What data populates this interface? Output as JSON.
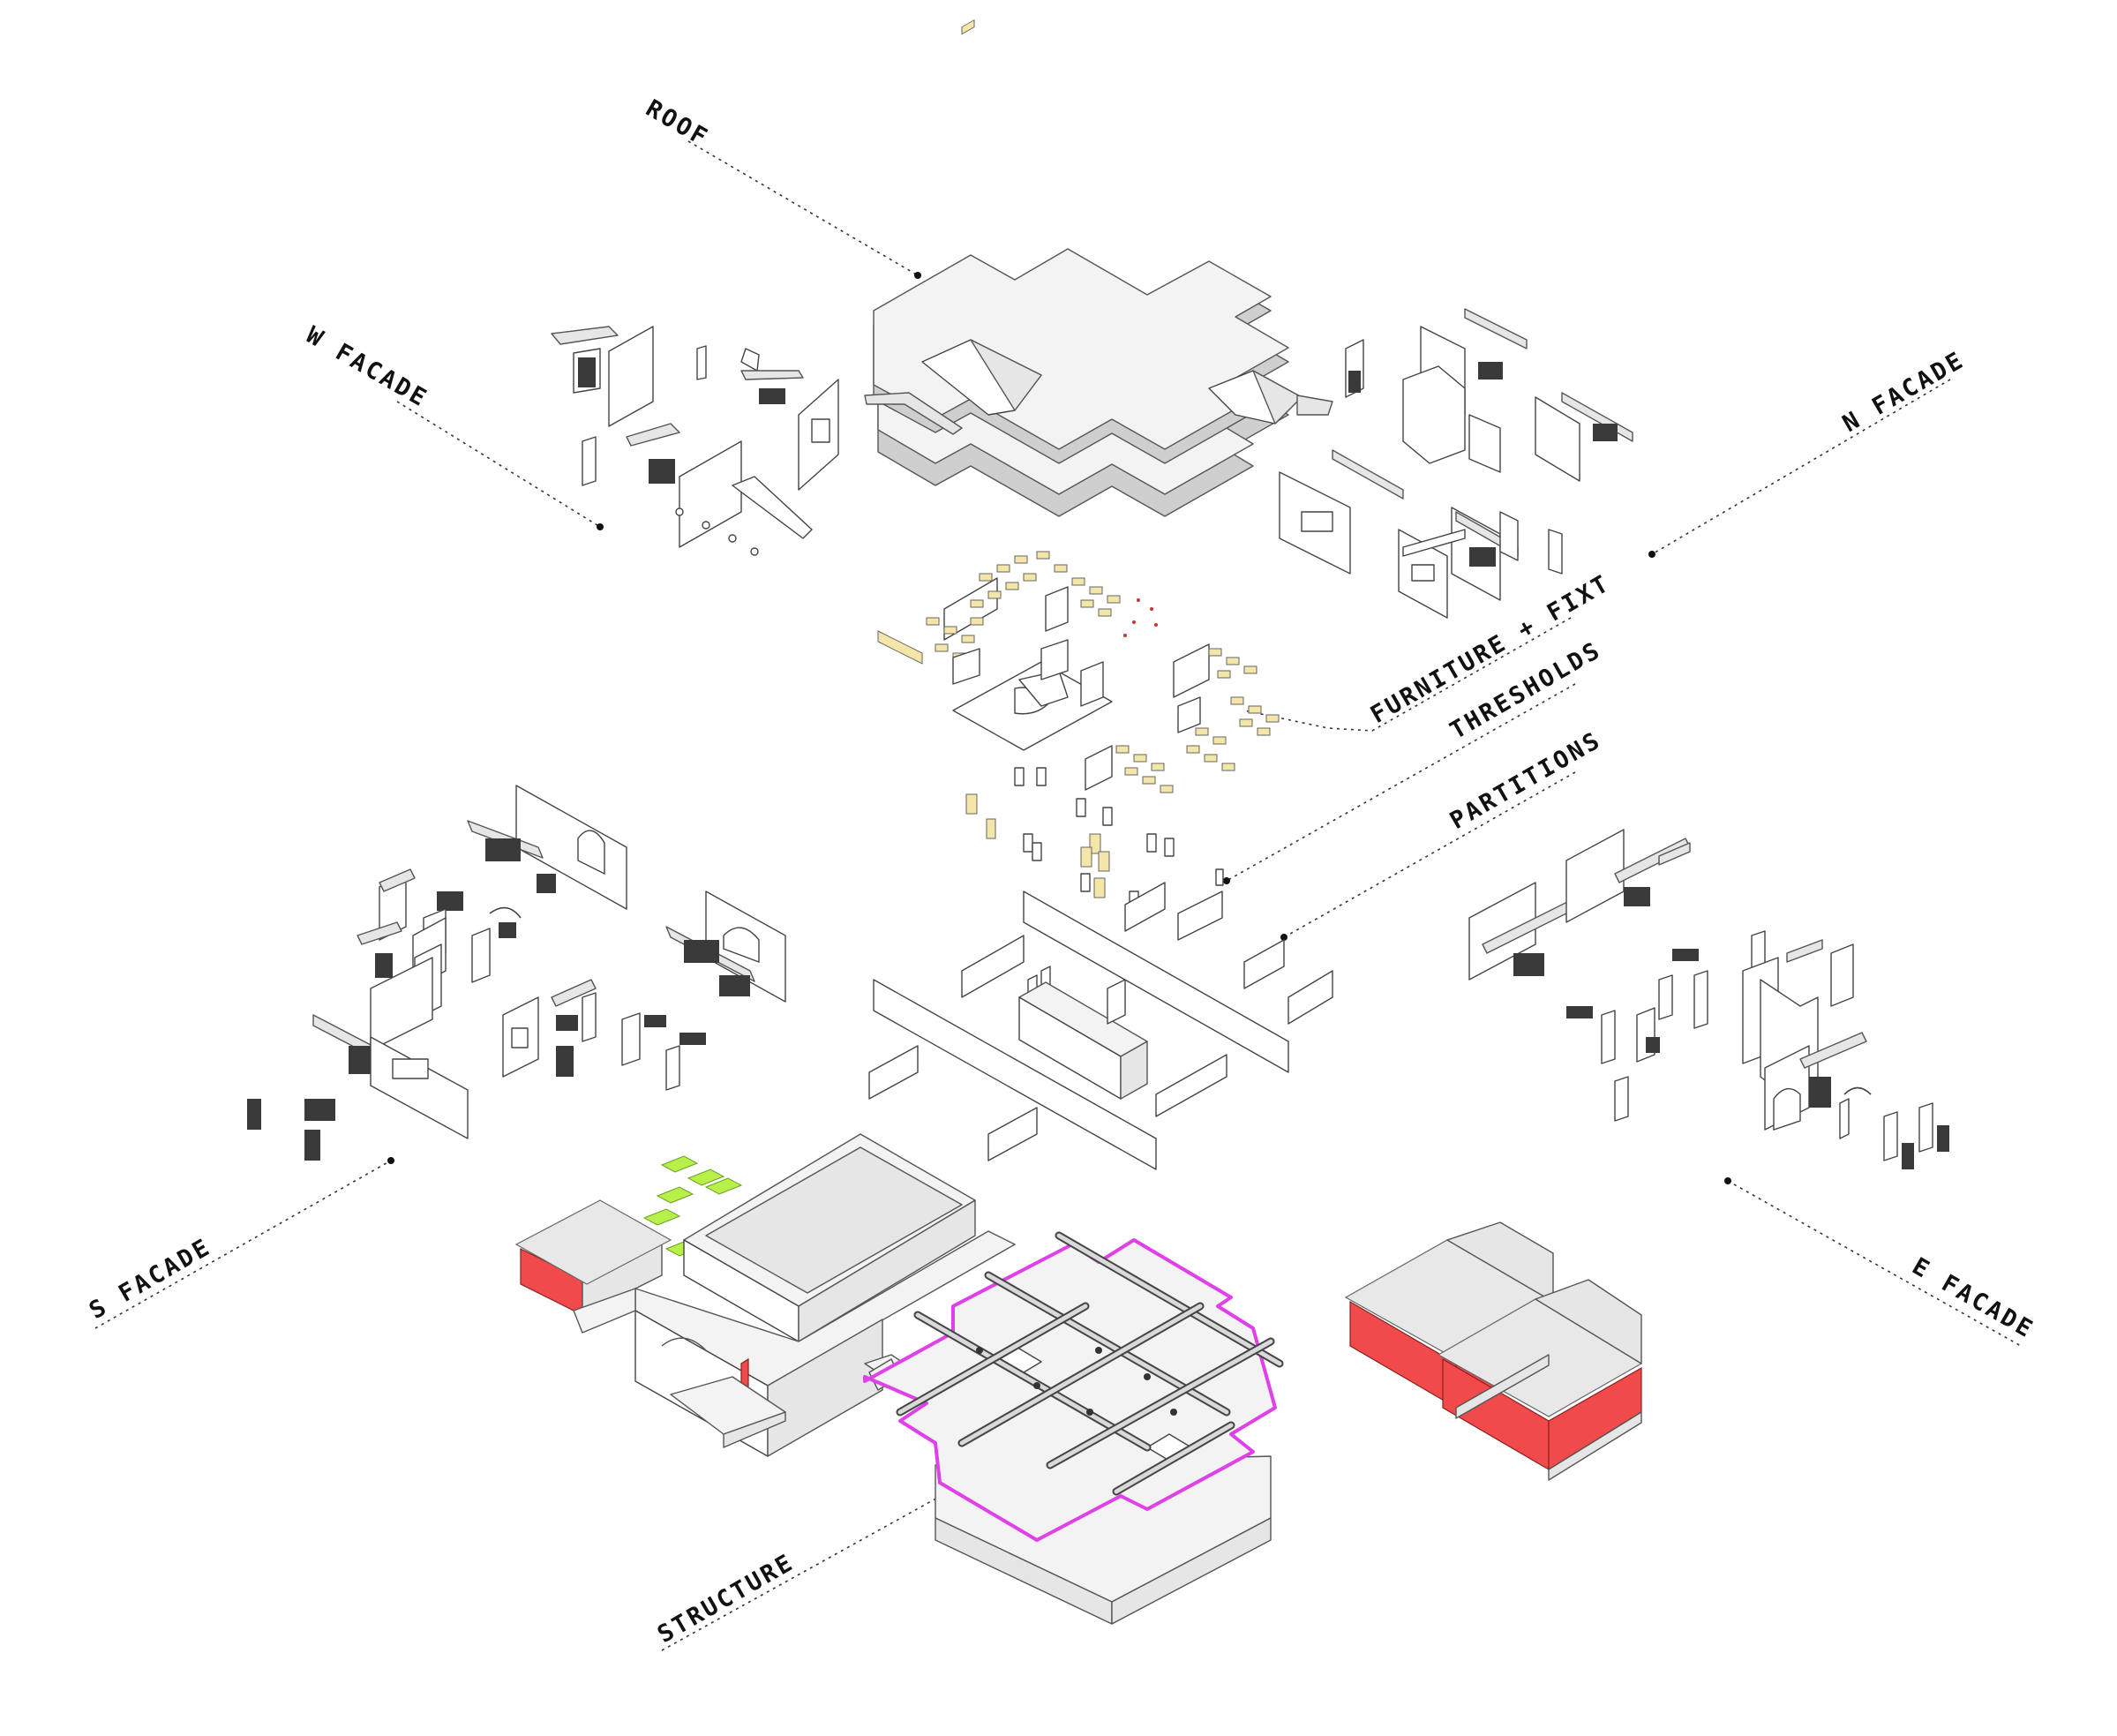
{
  "labels": {
    "roof": "ROOF",
    "w_facade": "W FACADE",
    "n_facade": "N FACADE",
    "furniture": "FURNITURE + FIXT",
    "thresholds": "THRESHOLDS",
    "partitions": "PARTITIONS",
    "s_facade": "S FACADE",
    "e_facade": "E FACADE",
    "structure": "STRUCTURE"
  },
  "colors": {
    "accent_red": "#f04a4a",
    "structure_outline": "#e040e8",
    "furniture_highlight": "#f3e6a8",
    "green_highlight": "#b8f04a"
  }
}
